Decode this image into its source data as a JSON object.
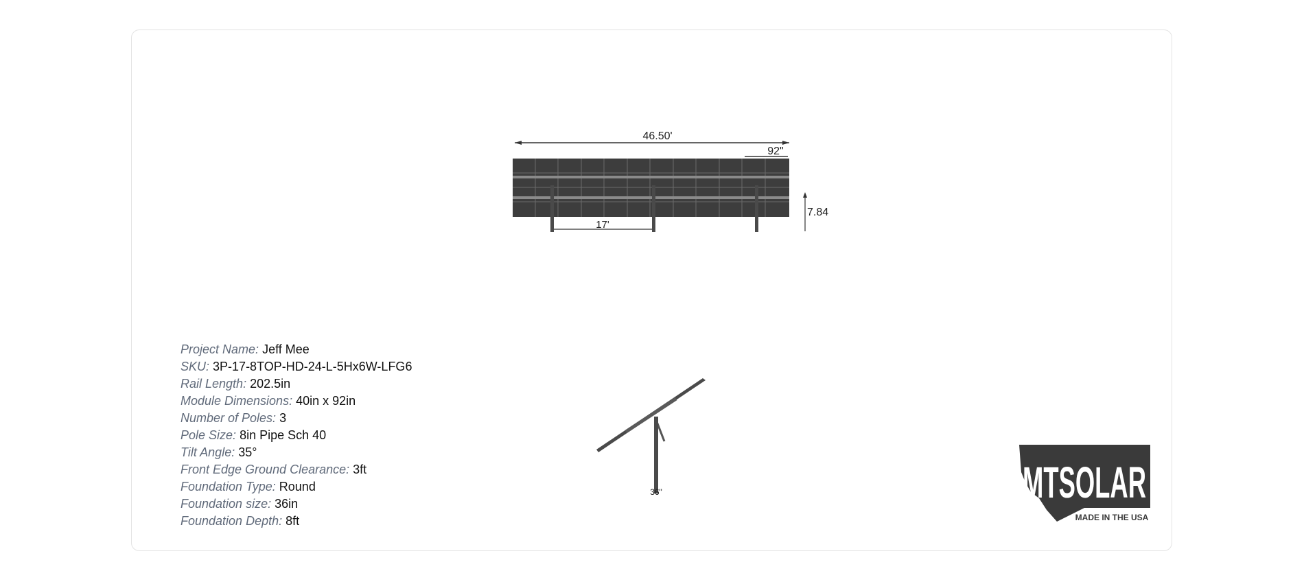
{
  "front_view": {
    "width_label": "46.50'",
    "module_label": "92\"",
    "pole_spacing_label": "17'",
    "height_label": "7.84"
  },
  "side_view": {
    "foundation_label": "36\""
  },
  "specs": [
    {
      "label": "Project Name:",
      "value": "Jeff Mee"
    },
    {
      "label": "SKU:",
      "value": "3P-17-8TOP-HD-24-L-5Hx6W-LFG6"
    },
    {
      "label": "Rail Length:",
      "value": "202.5in"
    },
    {
      "label": "Module Dimensions:",
      "value": "40in x 92in"
    },
    {
      "label": "Number of Poles:",
      "value": "3"
    },
    {
      "label": "Pole Size:",
      "value": "8in Pipe Sch 40"
    },
    {
      "label": "Tilt Angle:",
      "value": "35°"
    },
    {
      "label": "Front Edge Ground Clearance:",
      "value": "3ft"
    },
    {
      "label": "Foundation Type:",
      "value": "Round"
    },
    {
      "label": "Foundation size:",
      "value": "36in"
    },
    {
      "label": "Foundation Depth:",
      "value": "8ft"
    }
  ],
  "logo": {
    "brand_text": "MTSOLAR",
    "tagline": "MADE IN THE USA",
    "color": "#3a3a3a"
  }
}
